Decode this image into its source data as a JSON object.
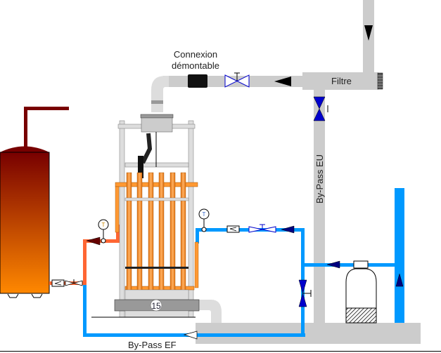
{
  "labels": {
    "connexion_line1": "Connexion",
    "connexion_line2": "démontable",
    "filtre": "Filtre",
    "bypass_eu": "By-Pass EU",
    "bypass_ef": "By-Pass EF",
    "exchanger_number": "15",
    "thermometer": "T"
  },
  "colors": {
    "cold_water": "#0099ff",
    "hot_water": "#ff6633",
    "main_pipe": "#cccccc",
    "tank_top": "#780000",
    "tank_bottom": "#ff8800",
    "valve_blue": "#0000cc",
    "tube_orange": "#ff9933"
  }
}
